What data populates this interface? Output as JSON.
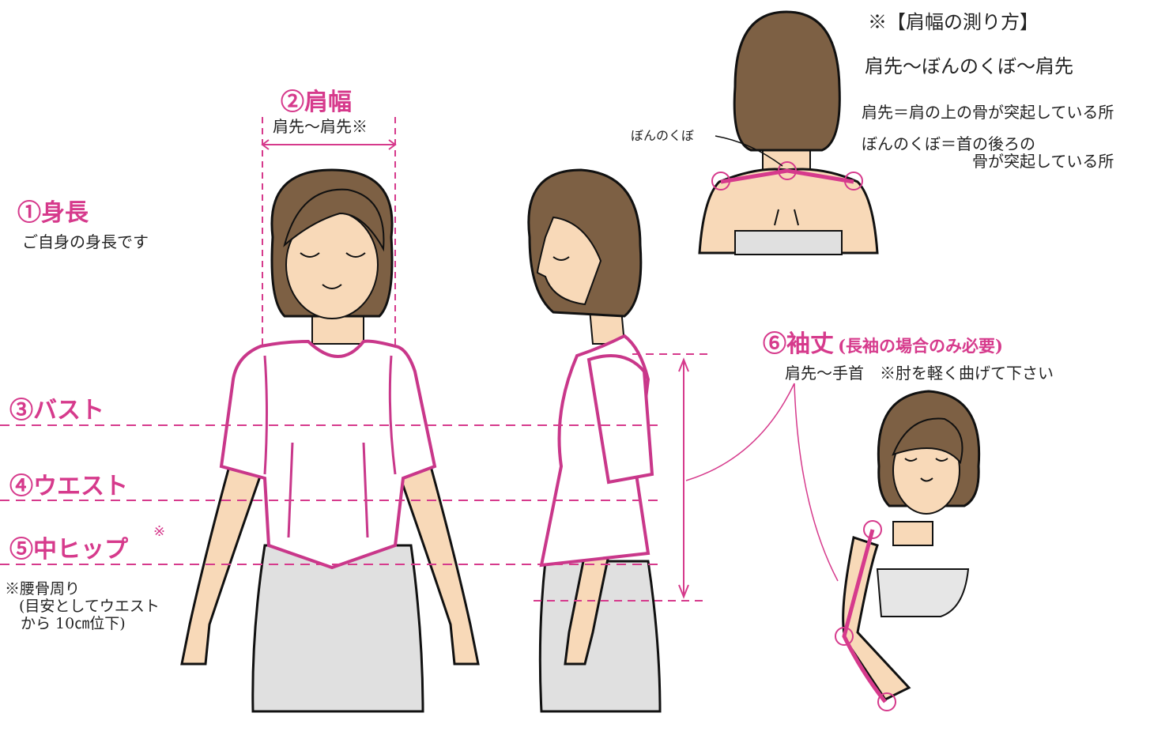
{
  "colors": {
    "accent": "#d63a8c",
    "hair": "#7d6044",
    "skin": "#f8d9b8",
    "skirt": "#e0e0e0"
  },
  "measurements": {
    "height": {
      "title": "①身長",
      "desc": "ご自身の身長です"
    },
    "shoulder": {
      "title": "②肩幅",
      "desc": "肩先〜肩先※"
    },
    "bust": {
      "title": "③バスト"
    },
    "waist": {
      "title": "④ウエスト"
    },
    "hip": {
      "title": "⑤中ヒップ",
      "mark": "※",
      "note1": "※腰骨周り",
      "note2": "(目安としてウエスト",
      "note3": "から 10㎝位下)"
    },
    "sleeve": {
      "title": "⑥袖丈",
      "title_paren": "(長袖の場合のみ必要)",
      "desc": "肩先〜手首　※肘を軽く曲げて下さい"
    }
  },
  "shoulder_howto": {
    "heading": "※【肩幅の測り方】",
    "path": "肩先〜ぼんのくぼ〜肩先",
    "def1": "肩先＝肩の上の骨が突起している所",
    "def2a": "ぼんのくぼ＝首の後ろの",
    "def2b": "骨が突起している所",
    "nape_label": "ぼんのくぼ"
  }
}
